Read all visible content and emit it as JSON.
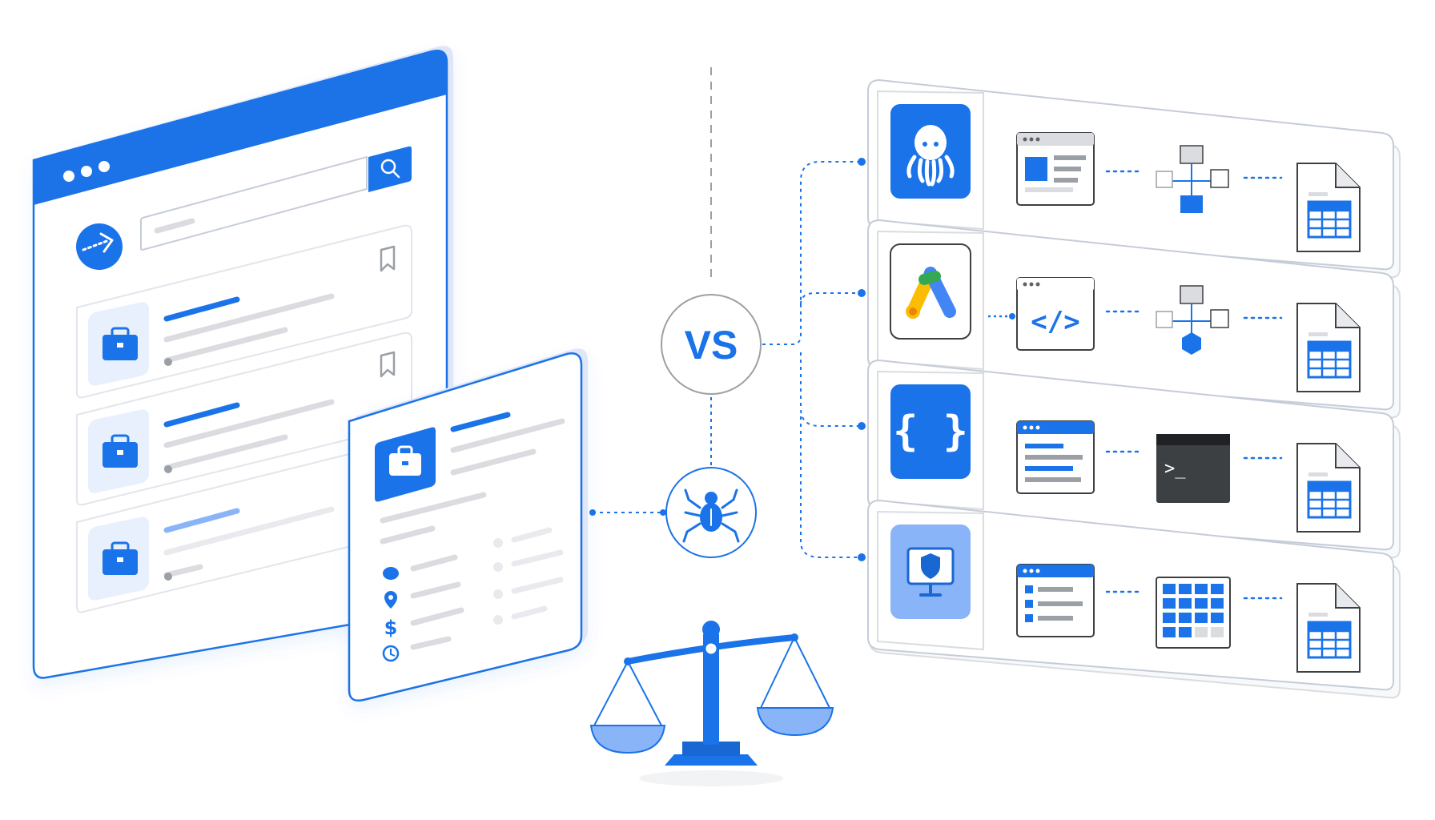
{
  "illustration": {
    "vs_label": "VS",
    "prompt_text": "",
    "colors": {
      "primary": "#1a73e8",
      "primary_light": "#8ab4f8",
      "primary_pale": "#e8f0fe",
      "outline": "#c5ccd8",
      "line_gray": "#dadce0",
      "dark_terminal": "#3c4043"
    }
  },
  "job_board_window": {
    "traffic_lights": 3,
    "icons": [
      "arrow-logo-icon",
      "search-icon",
      "bookmark-icon",
      "briefcase-icon"
    ],
    "listings": 3
  },
  "job_detail_card": {
    "icons": [
      "briefcase-icon",
      "chat-icon",
      "location-pin-icon",
      "dollar-icon",
      "clock-icon"
    ]
  },
  "method_rows": [
    {
      "name": "scraping-tool",
      "logo": "octopus-icon",
      "steps": [
        "browser-page-icon",
        "hierarchy-icon",
        "spreadsheet-file-icon"
      ]
    },
    {
      "name": "ads-api",
      "logo": "google-ads-icon",
      "steps": [
        "code-window-icon",
        "hierarchy-icon",
        "spreadsheet-file-icon"
      ]
    },
    {
      "name": "json-api",
      "logo": "curly-braces-icon",
      "steps": [
        "document-window-icon",
        "terminal-icon",
        "spreadsheet-file-icon"
      ]
    },
    {
      "name": "secure-browser",
      "logo": "shield-monitor-icon",
      "steps": [
        "form-window-icon",
        "grid-table-icon",
        "spreadsheet-file-icon"
      ]
    }
  ],
  "center_icons": [
    "vs-badge",
    "spider-bug-icon",
    "balance-scale-icon"
  ]
}
